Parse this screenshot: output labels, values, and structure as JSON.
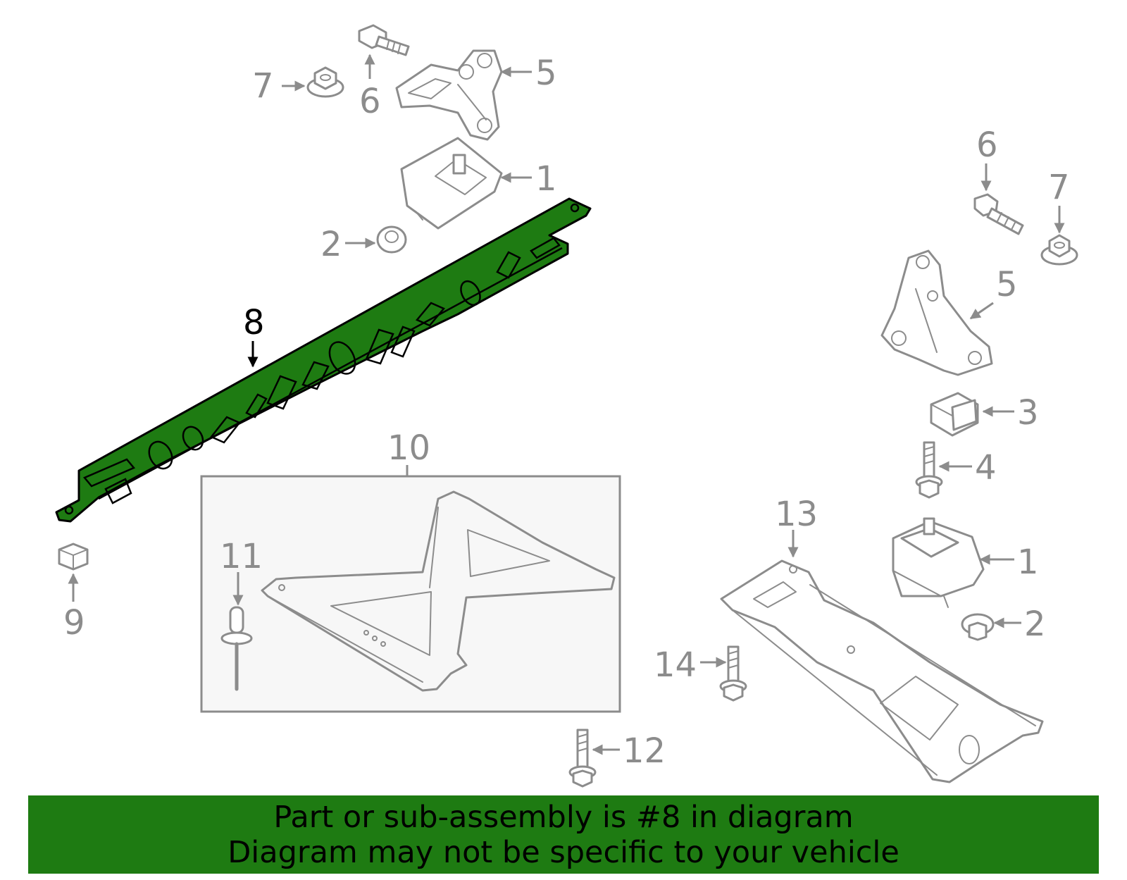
{
  "diagram": {
    "highlight_color": "#1e7b12",
    "line_color": "#8c8c8c",
    "callouts": [
      {
        "id": "c-7-left",
        "label": "7"
      },
      {
        "id": "c-6-left",
        "label": "6"
      },
      {
        "id": "c-5-left",
        "label": "5"
      },
      {
        "id": "c-1-top",
        "label": "1"
      },
      {
        "id": "c-2-top",
        "label": "2"
      },
      {
        "id": "c-8",
        "label": "8"
      },
      {
        "id": "c-9",
        "label": "9"
      },
      {
        "id": "c-10",
        "label": "10"
      },
      {
        "id": "c-11",
        "label": "11"
      },
      {
        "id": "c-12",
        "label": "12"
      },
      {
        "id": "c-13",
        "label": "13"
      },
      {
        "id": "c-14",
        "label": "14"
      },
      {
        "id": "c-6-right",
        "label": "6"
      },
      {
        "id": "c-7-right",
        "label": "7"
      },
      {
        "id": "c-5-right",
        "label": "5"
      },
      {
        "id": "c-3",
        "label": "3"
      },
      {
        "id": "c-4",
        "label": "4"
      },
      {
        "id": "c-1-right",
        "label": "1"
      },
      {
        "id": "c-2-right",
        "label": "2"
      }
    ]
  },
  "banner": {
    "line1": "Part or sub-assembly is #8 in diagram",
    "line2": "Diagram may not be specific to your vehicle",
    "background": "#1e7b12"
  }
}
